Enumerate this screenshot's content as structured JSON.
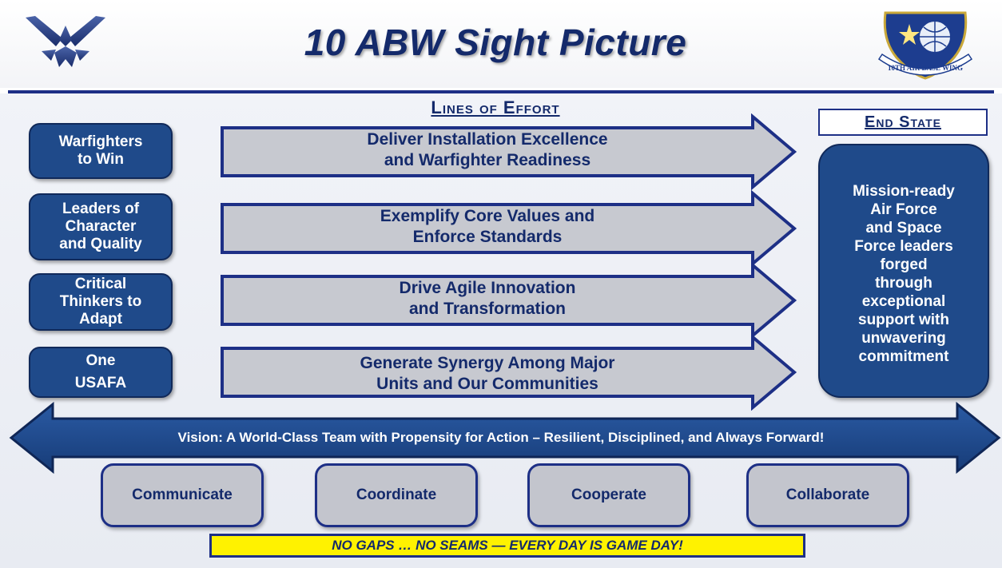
{
  "header": {
    "title": "10 ABW Sight Picture",
    "left_logo": "air-force-wings-logo",
    "right_logo": {
      "name": "10th-air-base-wing-emblem",
      "text": "10TH AIR BASE WING"
    }
  },
  "lines_of_effort": {
    "header": "Lines of Effort",
    "items": [
      "Deliver Installation Excellence\nand Warfighter Readiness",
      "Exemplify Core Values and\nEnforce Standards",
      "Drive Agile Innovation\nand Transformation",
      "Generate Synergy Among Major\nUnits and Our Communities"
    ]
  },
  "priorities": [
    "Warfighters\nto Win",
    "Leaders of\nCharacter\nand Quality",
    "Critical\nThinkers to\nAdapt",
    {
      "line1": "One",
      "line2": "USAFA"
    }
  ],
  "end_state": {
    "header": "End State",
    "text": "Mission-ready\nAir Force\nand Space\nForce leaders\nforged\nthrough\nexceptional\nsupport with\nunwavering\ncommitment"
  },
  "vision": "Vision:  A World-Class Team with Propensity for Action – Resilient, Disciplined, and Always Forward!",
  "actions": [
    "Communicate",
    "Coordinate",
    "Cooperate",
    "Collaborate"
  ],
  "motto": "NO GAPS … NO SEAMS — EVERY DAY IS GAME DAY!",
  "colors": {
    "navy": "#142a6b",
    "box_blue": "#1f4a8a",
    "arrow_gray": "#c7c9d0",
    "motto_yellow": "#fff200"
  }
}
